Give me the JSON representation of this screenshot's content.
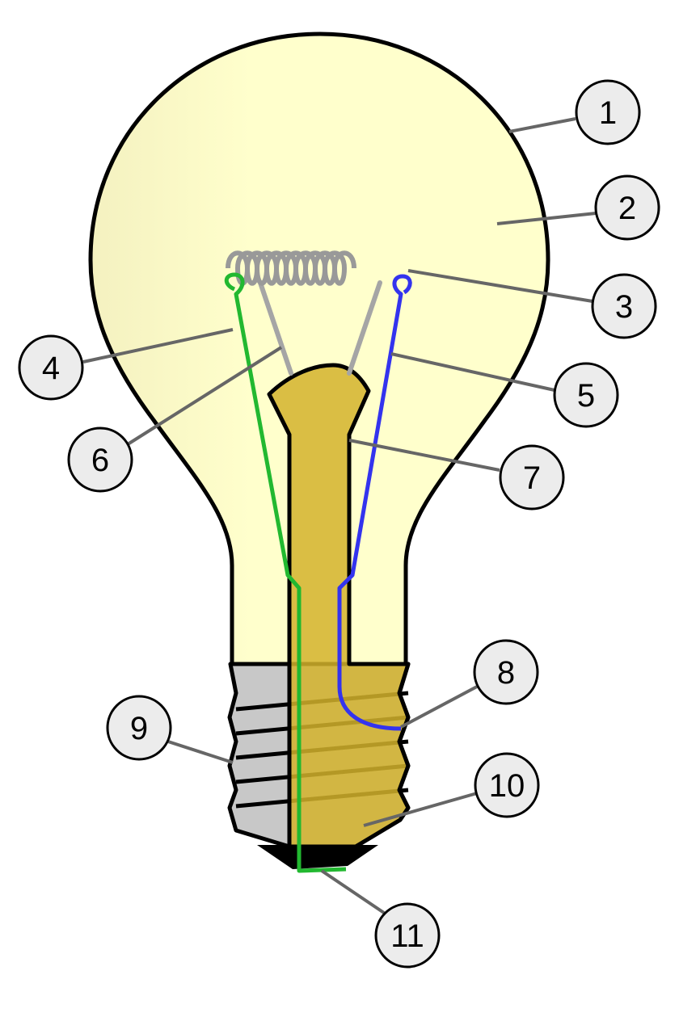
{
  "colors": {
    "glass_fill": "#ffffcc",
    "glass_outline": "#000000",
    "filament": "#999999",
    "stem": "#d4b32c",
    "lead_wire_left": "#22b830",
    "lead_wire_right": "#3333ee",
    "support_wires": "#a5a5a5",
    "base_metal": "#c8c8c8",
    "contact": "#000000",
    "callout_fill": "#ececec",
    "leader_line": "#666666"
  },
  "callouts": [
    {
      "label": "1"
    },
    {
      "label": "2"
    },
    {
      "label": "3"
    },
    {
      "label": "4"
    },
    {
      "label": "5"
    },
    {
      "label": "6"
    },
    {
      "label": "7"
    },
    {
      "label": "8"
    },
    {
      "label": "9"
    },
    {
      "label": "10"
    },
    {
      "label": "11"
    }
  ]
}
